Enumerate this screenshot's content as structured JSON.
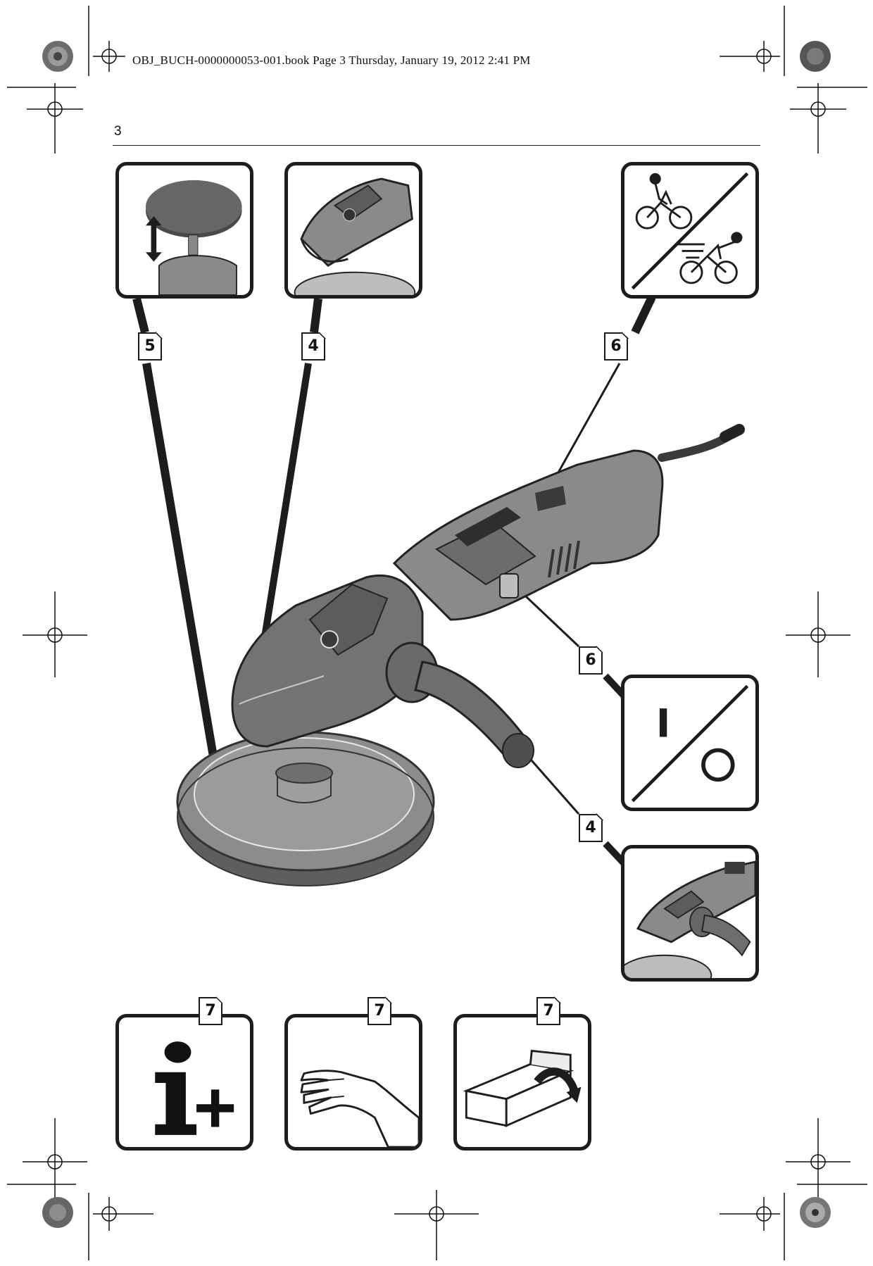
{
  "header": {
    "file_info": "OBJ_BUCH-0000000053-001.book  Page 3  Thursday, January 19, 2012  2:41 PM",
    "page_number": "3"
  },
  "callouts": {
    "pad_change": "5",
    "tool_view_top": "4",
    "speed_control": "6",
    "on_off_switch": "6",
    "side_handle": "4",
    "info": "7",
    "hand": "7",
    "storage": "7"
  },
  "symbols": {
    "switch_on": "I"
  },
  "colors": {
    "ink": "#1d1d1d",
    "tool_body": "#8a8a8a",
    "tool_dark": "#4a4a4a",
    "pad": "#6b6b6b"
  }
}
